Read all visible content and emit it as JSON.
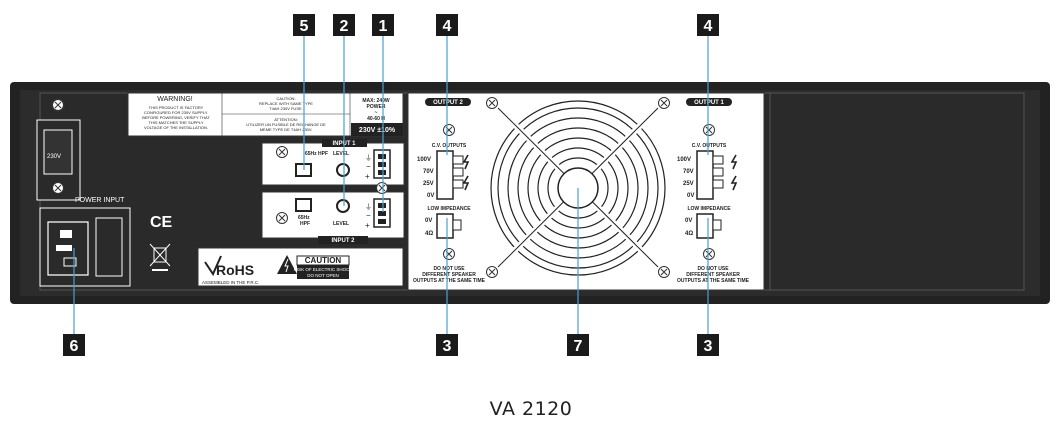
{
  "caption": "VA 2120",
  "callouts": [
    "5",
    "2",
    "1",
    "4",
    "4",
    "6",
    "3",
    "7",
    "3"
  ],
  "panel": {
    "warning": {
      "title": "WARNING!",
      "lines": [
        "THIS PRODUCT IS FACTORY",
        "CONFIGURED FOR 230V SUPPLY.",
        "BEFORE POWERING, VERIFY THAT",
        "THIS MATCHES THE SUPPLY",
        "VOLTAGE OF THE INSTALLATION."
      ],
      "caution_lines": [
        "CAUTION:",
        "REPLACE WITH SAME TYPE",
        "T4AH 230V FUSE."
      ],
      "attention_lines": [
        "ATTENTION:",
        "UTILIZER UN FUSIBLE DE RECHANGE DE",
        "MEME TYPE DE T4AH 230V."
      ],
      "max_lines": [
        "MAX: 240W",
        "POWER",
        "~",
        "40-60 H"
      ],
      "voltage": "230V ±10%"
    },
    "voltage_switch": "230V",
    "power_input": "POWER INPUT",
    "ce": "CE",
    "input1": {
      "label": "INPUT 1",
      "hpf": "65Hz HPF",
      "level": "LEVEL"
    },
    "input2": {
      "label": "INPUT 2",
      "hpf": "65Hz",
      "hpf2": "HPF",
      "level": "LEVEL"
    },
    "terminal_signs": [
      "⏚",
      "−",
      "+"
    ],
    "rohs": "RoHS",
    "assembled": "ASSEMBLED IN THE P.R.C.",
    "caution": {
      "title": "CAUTION",
      "line1": "RISK OF ELECTRIC SHOCK",
      "line2": "DO NOT OPEN"
    },
    "output2": {
      "label": "OUTPUT 2",
      "cv": "C.V. OUTPUTS",
      "taps": [
        "100V",
        "70V",
        "25V",
        "0V"
      ],
      "low": "LOW IMPEDANCE",
      "low_taps": [
        "0V",
        "4Ω"
      ],
      "note": [
        "DO NOT USE",
        "DIFFERENT SPEAKER",
        "OUTPUTS AT THE SAME TIME"
      ]
    },
    "output1": {
      "label": "OUTPUT 1",
      "cv": "C.V. OUTPUTS",
      "taps": [
        "100V",
        "70V",
        "25V",
        "0V"
      ],
      "low": "LOW IMPEDANCE",
      "low_taps": [
        "0V",
        "4Ω"
      ],
      "note": [
        "DO NOT USE",
        "DIFFERENT SPEAKER",
        "OUTPUTS AT THE SAME TIME"
      ]
    }
  }
}
